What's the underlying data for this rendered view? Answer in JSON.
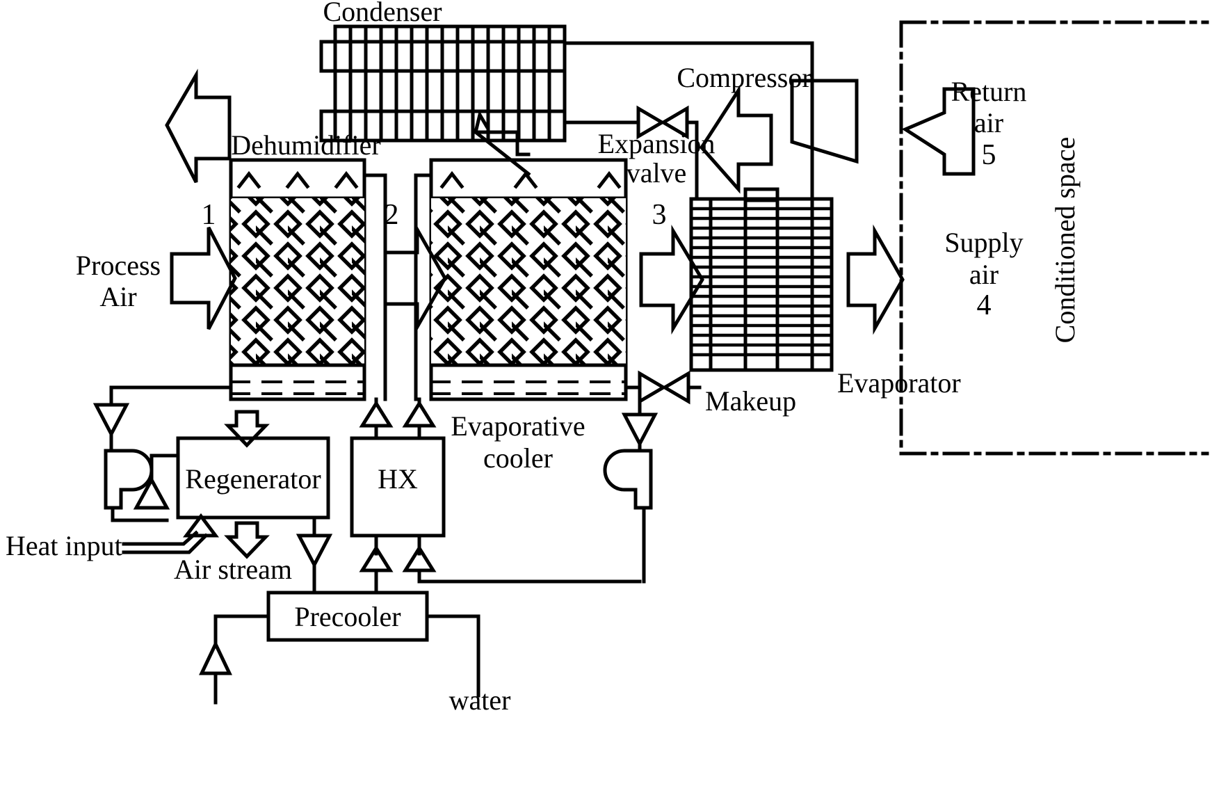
{
  "diagram": {
    "title": "Liquid desiccant hybrid air conditioning system schematic",
    "type": "process-flow-diagram",
    "background_color": "#ffffff",
    "line_color": "#000000"
  },
  "labels": {
    "condenser": "Condenser",
    "compressor": "Compressor",
    "expansion_valve_line1": "Expansion",
    "expansion_valve_line2": "valve",
    "dehumidifier": "Dehumidifier",
    "evaporative_cooler_line1": "Evaporative",
    "evaporative_cooler_line2": "cooler",
    "evaporator": "Evaporator",
    "makeup": "Makeup",
    "process_air_line1": "Process",
    "process_air_line2": "Air",
    "regenerator": "Regenerator",
    "hx": "HX",
    "precooler": "Precooler",
    "heat_input": "Heat input",
    "air_stream": "Air stream",
    "water": "water",
    "conditioned_space": "Conditioned space",
    "return_air_line1": "Return",
    "return_air_line2": "air",
    "supply_air_line1": "Supply",
    "supply_air_line2": "air"
  },
  "state_points": {
    "point_1": "1",
    "point_2": "2",
    "point_3": "3",
    "point_4": "4",
    "point_5": "5"
  },
  "components": [
    {
      "name": "condenser",
      "label": "Condenser",
      "kind": "finned-coil"
    },
    {
      "name": "compressor",
      "label": "Compressor",
      "kind": "trapezoid"
    },
    {
      "name": "expansion-valve",
      "label": "Expansion valve",
      "kind": "bowtie-valve"
    },
    {
      "name": "evaporator",
      "label": "Evaporator",
      "kind": "finned-coil"
    },
    {
      "name": "dehumidifier",
      "label": "Dehumidifier",
      "kind": "packed-column"
    },
    {
      "name": "evaporative-cooler",
      "label": "Evaporative cooler",
      "kind": "packed-column"
    },
    {
      "name": "regenerator",
      "label": "Regenerator",
      "kind": "box"
    },
    {
      "name": "hx",
      "label": "HX",
      "kind": "box"
    },
    {
      "name": "precooler",
      "label": "Precooler",
      "kind": "box"
    },
    {
      "name": "makeup-valve",
      "label": "Makeup",
      "kind": "bowtie-valve"
    },
    {
      "name": "left-pump",
      "label": "",
      "kind": "pump"
    },
    {
      "name": "right-pump",
      "label": "",
      "kind": "pump"
    },
    {
      "name": "conditioned-space",
      "label": "Conditioned space",
      "kind": "dash-dot-boundary"
    }
  ],
  "air_streams": [
    {
      "name": "process-air-inlet",
      "label": "Process Air",
      "state": "1",
      "direction": "right"
    },
    {
      "name": "dehumidifier-outlet",
      "label": "",
      "state": "2",
      "direction": "right"
    },
    {
      "name": "evaporative-cooler-outlet",
      "label": "",
      "state": "3",
      "direction": "right"
    },
    {
      "name": "supply-air",
      "label": "Supply air",
      "state": "4",
      "direction": "right"
    },
    {
      "name": "return-air",
      "label": "Return air",
      "state": "5",
      "direction": "left"
    },
    {
      "name": "regenerator-exhaust",
      "label": "",
      "state": "",
      "direction": "left"
    }
  ]
}
